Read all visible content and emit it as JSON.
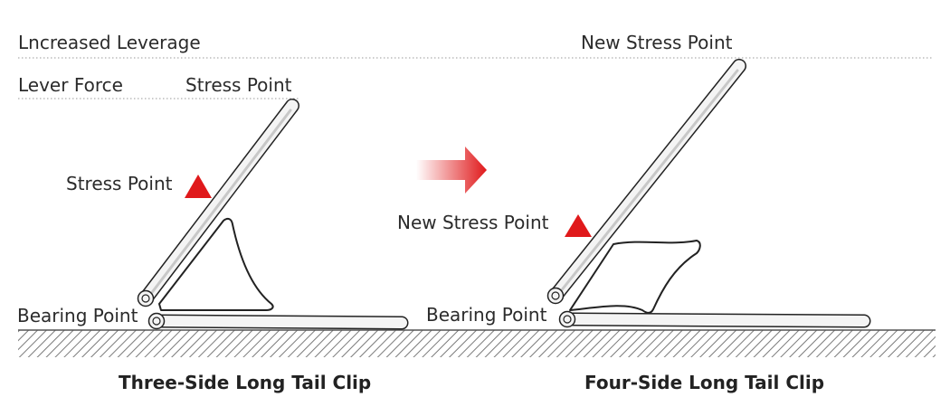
{
  "left": {
    "increased_leverage": "Lncreased Leverage",
    "lever_force": "Lever Force",
    "stress_point_top": "Stress Point",
    "stress_point": "Stress Point",
    "bearing_point": "Bearing Point",
    "caption": "Three-Side Long Tail Clip"
  },
  "right": {
    "new_stress_point_top": "New Stress Point",
    "new_stress_point": "New Stress Point",
    "bearing_point": "Bearing Point",
    "caption": "Four-Side Long Tail Clip"
  },
  "colors": {
    "accent": "#e0191b",
    "outline": "#222222",
    "rod_fill": "#f4f4f4",
    "ground_hatch": "#7a7a7a"
  }
}
